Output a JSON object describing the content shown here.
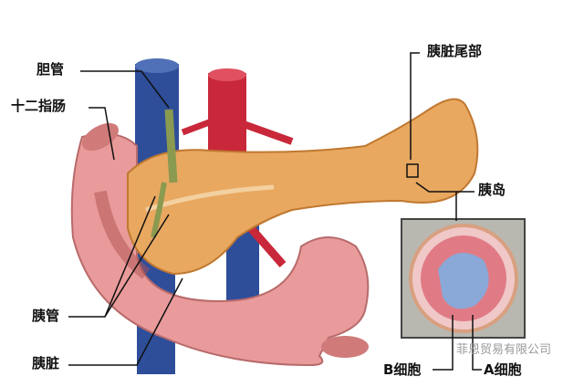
{
  "labels": {
    "bile_duct": "胆管",
    "duodenum": "十二指肠",
    "pancreas_tail": "胰脏尾部",
    "islet": "胰岛",
    "pancreatic_duct": "胰管",
    "pancreas": "胰脏",
    "b_cell": "B细胞",
    "a_cell": "A细胞"
  },
  "watermark": "菲恩贸易有限公司",
  "colors": {
    "pancreas": "#e8a860",
    "vein": "#2e4e9a",
    "artery": "#c8283a",
    "duodenum": "#e99a9a",
    "bile_duct": "#8a9a50",
    "b_cell": "#6a8ac8",
    "a_cell": "#d85a6a"
  }
}
